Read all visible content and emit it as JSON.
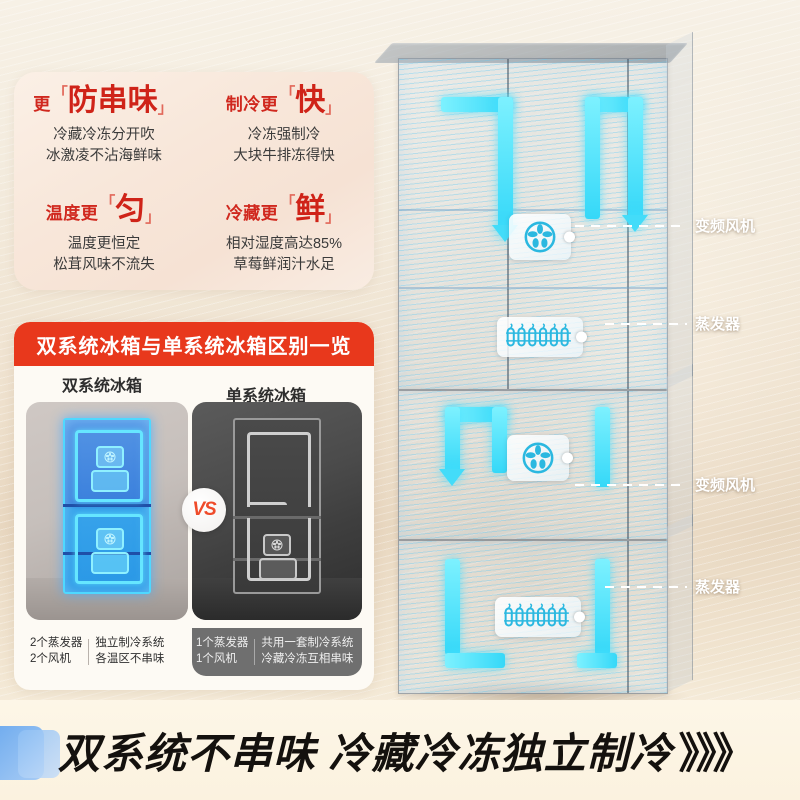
{
  "features": {
    "items": [
      {
        "pre": "更",
        "key": "防串味",
        "sub1": "冷藏冷冻分开吹",
        "sub2": "冰激凌不沾海鲜味"
      },
      {
        "pre": "制冷更",
        "key": "快",
        "sub1": "冷冻强制冷",
        "sub2": "大块牛排冻得快"
      },
      {
        "pre": "温度更",
        "key": "匀",
        "sub1": "温度更恒定",
        "sub2": "松茸风味不流失"
      },
      {
        "pre": "冷藏更",
        "key": "鲜",
        "sub1": "相对湿度高达85%",
        "sub2": "草莓鲜润汁水足"
      }
    ],
    "quote_open": "「",
    "quote_close": "」"
  },
  "comparison": {
    "title": "双系统冰箱与单系统冰箱区别一览",
    "left": {
      "title": "双系统冰箱",
      "foot_a": "2个蒸发器\n2个风机",
      "foot_a_l1": "2个蒸发器",
      "foot_a_l2": "2个风机",
      "foot_b_l1": "独立制冷系统",
      "foot_b_l2": "各温区不串味"
    },
    "right": {
      "title": "单系统冰箱",
      "foot_a_l1": "1个蒸发器",
      "foot_a_l2": "1个风机",
      "foot_b_l1": "共用一套制冷系统",
      "foot_b_l2": "冷藏冷冻互相串味"
    },
    "vs": "VS"
  },
  "fridge": {
    "callouts": [
      {
        "label": "变频风机"
      },
      {
        "label": "蒸发器"
      },
      {
        "label": "变频风机"
      },
      {
        "label": "蒸发器"
      }
    ],
    "icons": {
      "fan": "fan-icon",
      "evaporator": "evaporator-coil-icon"
    }
  },
  "banner": {
    "text": "双系统不串味 冷藏冷冻独立制冷",
    "chevrons": "》》》"
  },
  "colors": {
    "brand_red": "#e8381c",
    "accent_cyan": "#43dcf9",
    "headline_red": "#cf2318",
    "banner_blue": "#6ba9ee"
  }
}
